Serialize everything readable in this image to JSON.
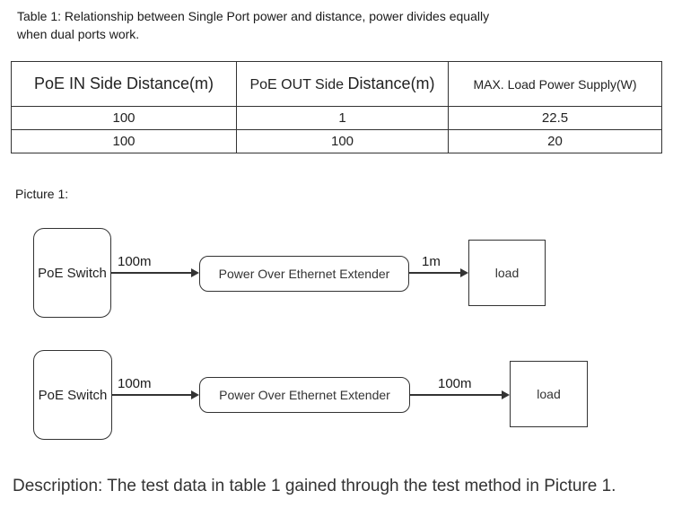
{
  "caption": {
    "line1": "Table 1: Relationship between Single Port power and distance, power divides equally",
    "line2": "when dual ports work."
  },
  "table": {
    "headers": [
      "PoE IN Side Distance(m)",
      "PoE OUT Side ",
      "Distance(m)",
      "MAX. Load Power Supply(W)"
    ],
    "rows": [
      [
        "100",
        "1",
        "22.5"
      ],
      [
        "100",
        "100",
        "20"
      ]
    ]
  },
  "picture": {
    "label": "Picture 1:",
    "diagram1": {
      "switch": "PoE Switch",
      "in_distance": "100m",
      "extender": "Power Over Ethernet Extender",
      "out_distance": "1m",
      "load": "load"
    },
    "diagram2": {
      "switch": "PoE Switch",
      "in_distance": "100m",
      "extender": "Power Over Ethernet Extender",
      "out_distance": "100m",
      "load": "load"
    }
  },
  "description": "Description: The test data in table 1 gained through the test method in Picture 1."
}
